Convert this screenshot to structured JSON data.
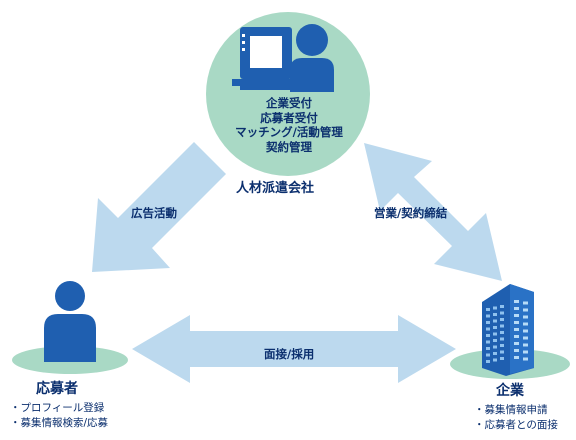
{
  "agency": {
    "name": "人材派遣会社",
    "functions": [
      "企業受付",
      "応募者受付",
      "マッチング/活動管理",
      "契約管理"
    ]
  },
  "applicant": {
    "title": "応募者",
    "items": [
      "・プロフィール登録",
      "・募集情報検索/応募"
    ]
  },
  "company": {
    "title": "企業",
    "items": [
      "・募集情報申請",
      "・応募者との面接"
    ]
  },
  "arrows": {
    "agency_to_applicant": "広告活動",
    "agency_company": "営業/契約締結",
    "applicant_company": "面接/採用"
  },
  "colors": {
    "navy": "#0b2f6e",
    "blue": "#1f5fb0",
    "mint": "#a9d9c5",
    "arrow": "#bcd9ee"
  },
  "icons": [
    "person-at-computer-icon",
    "person-icon",
    "office-building-icon"
  ]
}
